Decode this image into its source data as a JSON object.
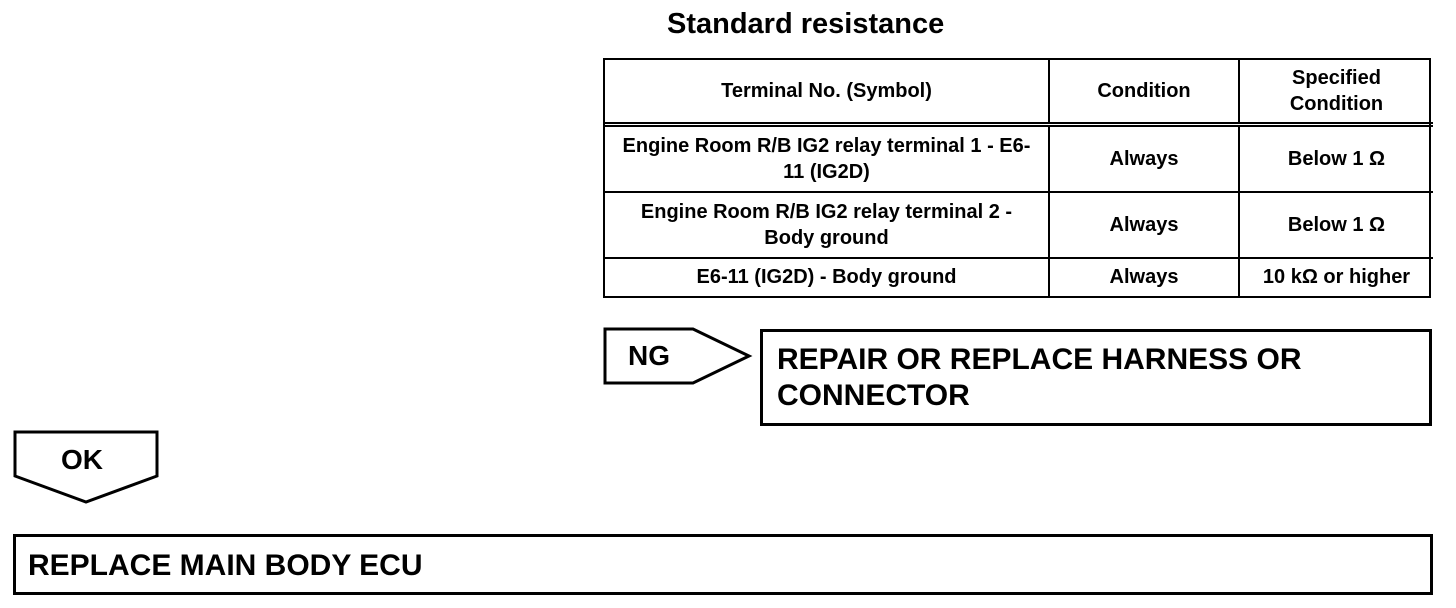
{
  "title": "Standard resistance",
  "table": {
    "headers": [
      "Terminal No. (Symbol)",
      "Condition",
      "Specified Condition"
    ],
    "rows": [
      {
        "terminal": "Engine Room R/B IG2 relay terminal 1 - E6-11 (IG2D)",
        "condition": "Always",
        "specified": "Below 1 Ω"
      },
      {
        "terminal": "Engine Room R/B IG2 relay terminal 2 - Body ground",
        "condition": "Always",
        "specified": "Below 1 Ω"
      },
      {
        "terminal": "E6-11 (IG2D) - Body ground",
        "condition": "Always",
        "specified": "10 kΩ or higher"
      }
    ]
  },
  "ng": {
    "label": "NG",
    "action": "REPAIR OR REPLACE HARNESS OR CONNECTOR"
  },
  "ok": {
    "label": "OK",
    "action": "REPLACE MAIN BODY ECU"
  }
}
